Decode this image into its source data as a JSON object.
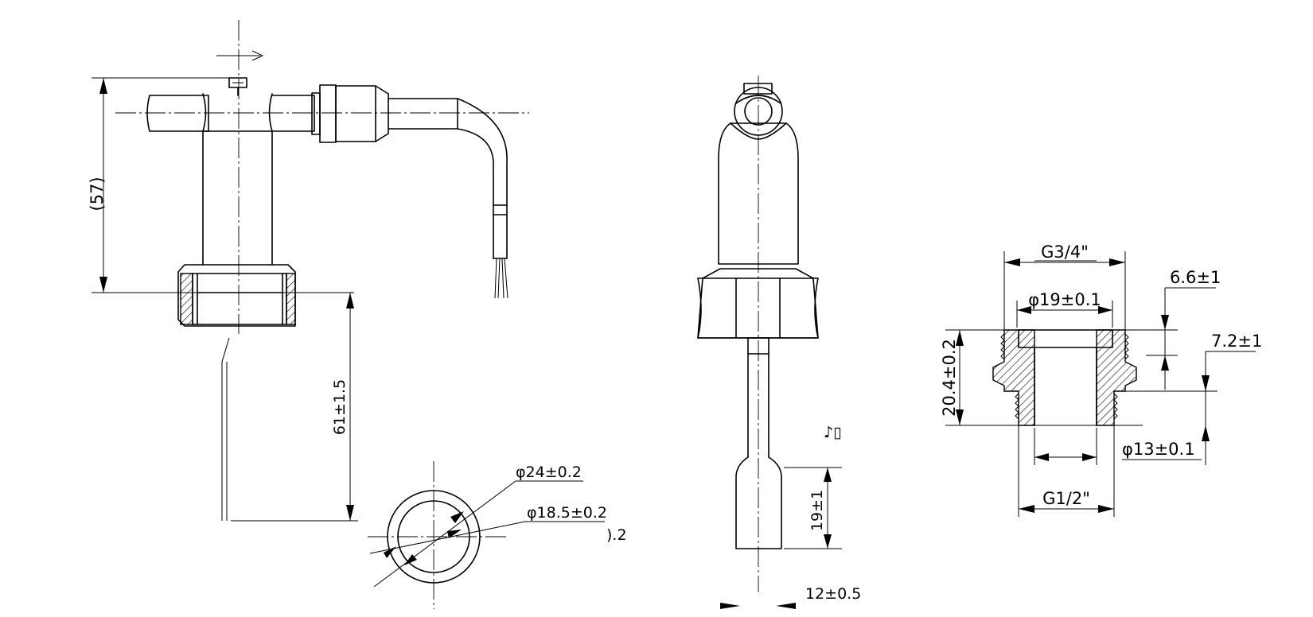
{
  "views": {
    "side": {
      "height_dim": "(57)",
      "length_dim": "61±1.5"
    },
    "section": {
      "outer_dia": "φ24±0.2",
      "inner_dia": "φ18.5±0.2",
      "clipped_label": ").2"
    },
    "front": {
      "float_len": "19±1",
      "bottom_width": "12±0.5",
      "stray_mark": "♪▯"
    },
    "fitting": {
      "thread_top": "G3/4\"",
      "bore_top": "φ19±0.1",
      "total_height": "20.4±0.2",
      "upper_height": "6.6±1",
      "lower_height": "7.2±1",
      "bore_bottom": "φ13±0.1",
      "thread_bottom": "G1/2\""
    }
  }
}
